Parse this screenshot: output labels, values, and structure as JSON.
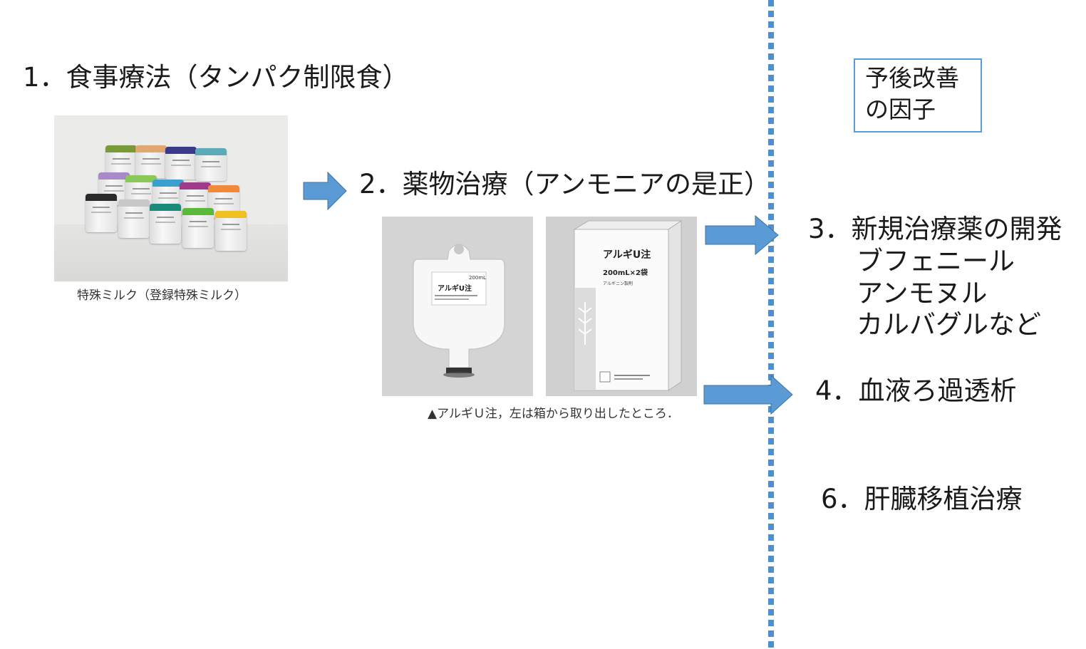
{
  "items": {
    "diet": "1．食事療法（タンパク制限食）",
    "drug": "2．薬物治療（アンモニアの是正）",
    "new_drugs": "3．新規治療薬の開発",
    "new_drugs_list": [
      "ブフェニール",
      "アンモヌル",
      "カルバグルなど"
    ],
    "dialysis": "4．血液ろ過透析",
    "transplant": "6．肝臓移植治療"
  },
  "prognosis_box": [
    "予後改善",
    "の因子"
  ],
  "captions": {
    "milk": "特殊ミルク（登録特殊ミルク）",
    "arginine": "▲アルギＵ注，左は箱から取り出したところ．"
  },
  "photo_text": {
    "bag_volume": "200mL",
    "bag_name": "アルギU注",
    "box_name": "アルギU注",
    "box_volume": "200mL×2袋",
    "box_sub": "アルギニン製剤"
  },
  "colors": {
    "accent": "#5b9bd5",
    "divider": "#4d8fd0"
  }
}
